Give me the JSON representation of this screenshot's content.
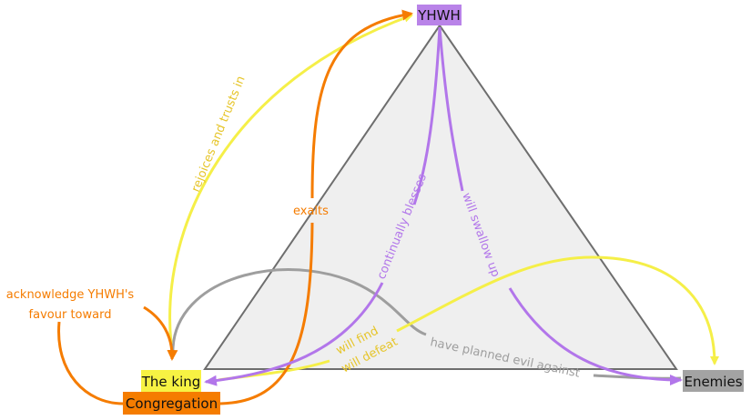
{
  "colors": {
    "yhwh": "#b983e8",
    "king": "#f7f243",
    "congregation": "#f57c00",
    "enemies": "#a3a3a3",
    "triangle_fill": "#efefef",
    "triangle_stroke": "#6e6e6e",
    "yellow_edge": "#f5ef48",
    "yellow_text": "#e6c52a",
    "orange_edge": "#f57c00",
    "purple_edge": "#b276ea",
    "gray_edge": "#9e9e9e"
  },
  "nodes": {
    "yhwh": "YHWH",
    "king": "The king",
    "congregation": "Congregation",
    "enemies": "Enemies"
  },
  "edges": {
    "rejoices": "rejoices and trusts in",
    "exalts": "exalts",
    "acknowledge_line1": "acknowledge YHWH's",
    "acknowledge_line2": "favour toward",
    "blesses": "continually blesses",
    "swallow": "will swallow up",
    "find": "will find",
    "defeat": "will defeat",
    "planned": "have planned evil against"
  }
}
